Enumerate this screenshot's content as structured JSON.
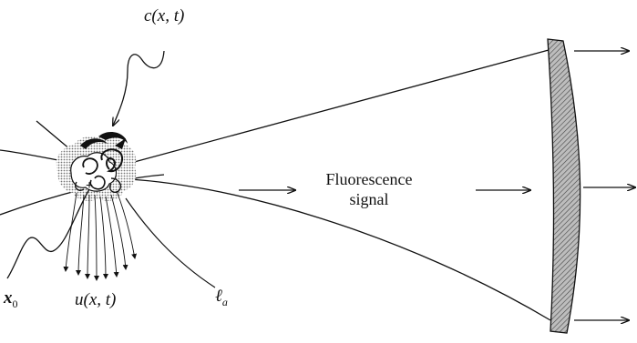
{
  "labels": {
    "concentration": "c(x, t)",
    "signal_line1": "Fluorescence",
    "signal_line2": "signal",
    "position": "x",
    "position_sub": "0",
    "velocity": "u(x, t)",
    "length": "ℓ",
    "length_sub": "a"
  },
  "colors": {
    "ink": "#111111",
    "detector_fill": "#9a9a9a",
    "blob_fill": "#b8b8b8"
  }
}
